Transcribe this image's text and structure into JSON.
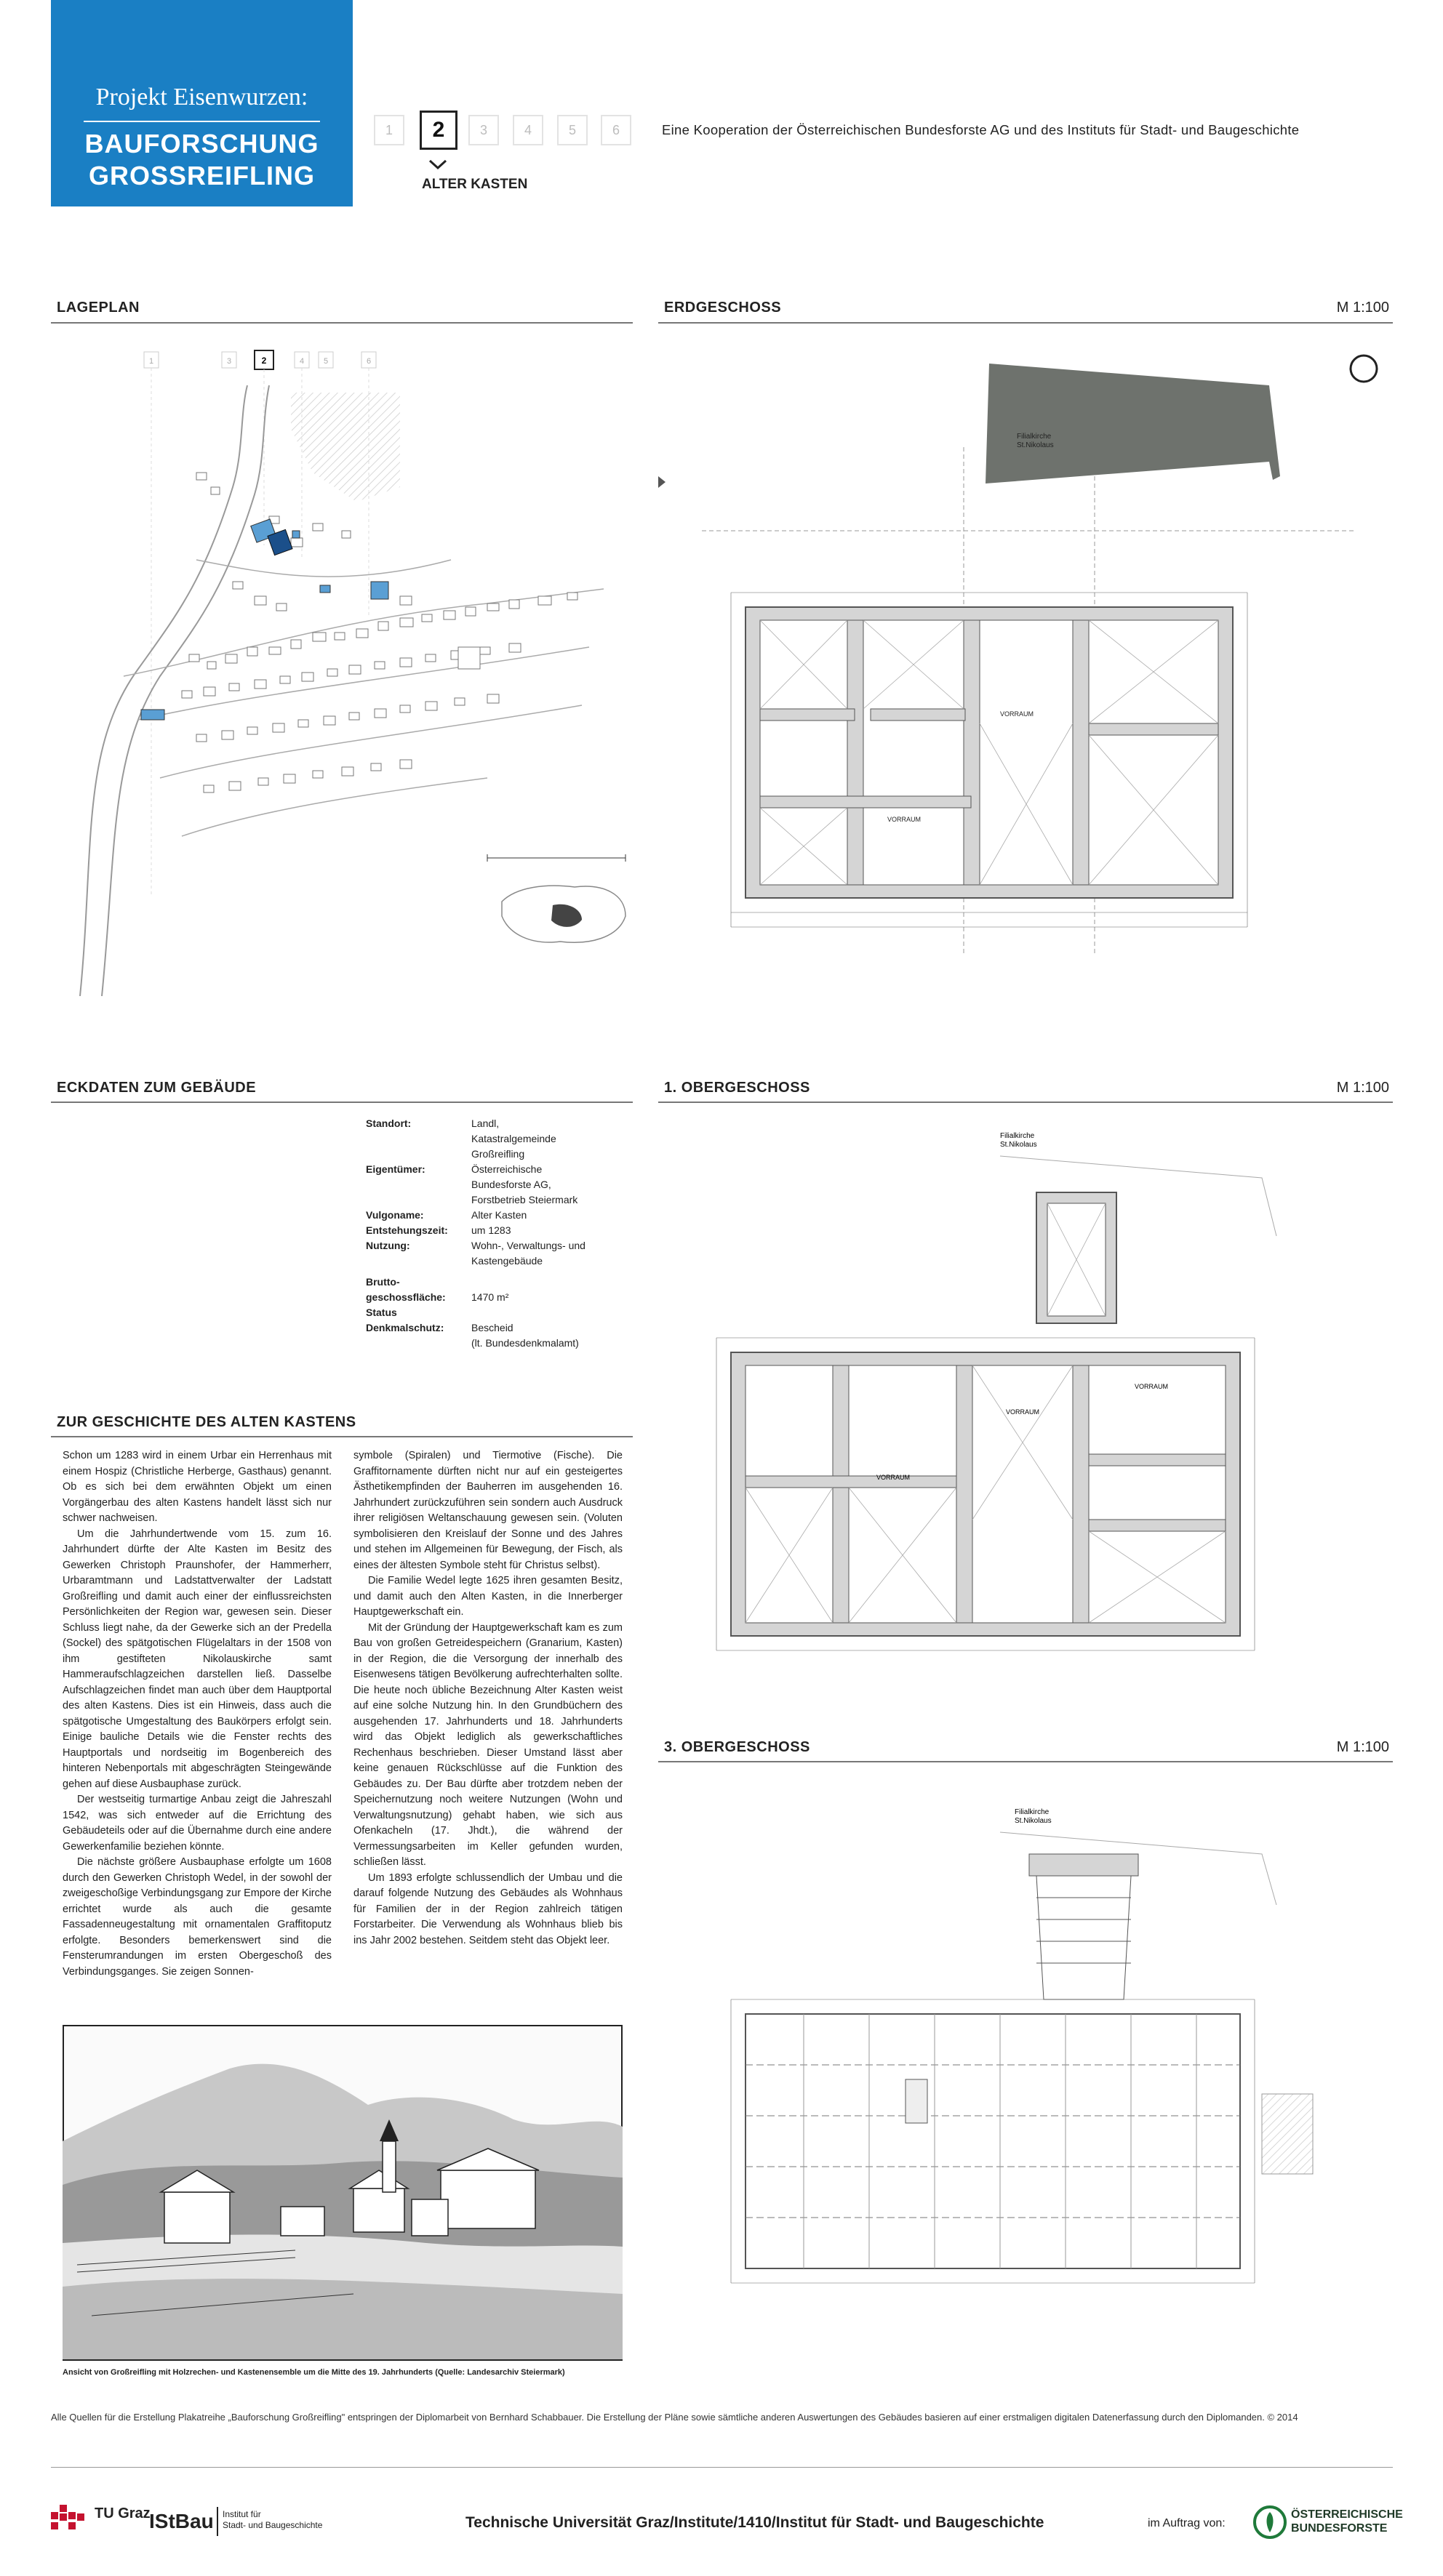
{
  "header": {
    "project_line": "Projekt Eisenwurzen:",
    "title_line1": "BAUFORSCHUNG",
    "title_line2": "GROSSREIFLING"
  },
  "pagination": {
    "pages": [
      "1",
      "2",
      "3",
      "4",
      "5",
      "6"
    ],
    "active_index": 1,
    "active_label": "ALTER KASTEN"
  },
  "cooperation": "Eine Kooperation der Österreichischen Bundesforste AG und des Instituts für Stadt- und Baugeschichte",
  "sections": {
    "lageplan": "LAGEPLAN",
    "erdgeschoss": "ERDGESCHOSS",
    "og1": "1. OBERGESCHOSS",
    "og3": "3. OBERGESCHOSS",
    "eckdaten": "ECKDATEN ZUM GEBÄUDE",
    "geschichte": "ZUR GESCHICHTE DES ALTEN KASTENS",
    "scale": "M 1:100"
  },
  "plan_labels": {
    "filialkirche": "Filialkirche",
    "st_nikolaus": "St.Nikolaus",
    "vorraum": "VORRAUM"
  },
  "lageplan_pages": [
    "1",
    "3",
    "2",
    "4",
    "5",
    "6"
  ],
  "facts": [
    {
      "k": "Standort:",
      "v": [
        "Landl,",
        "Katastralgemeinde",
        "Großreifling"
      ]
    },
    {
      "k": "Eigentümer:",
      "v": [
        "Österreichische",
        "Bundesforste AG,",
        "Forstbetrieb Steiermark"
      ]
    },
    {
      "k": "Vulgoname:",
      "v": [
        "Alter Kasten"
      ]
    },
    {
      "k": "Entstehungszeit:",
      "v": [
        "um 1283"
      ]
    },
    {
      "k": "Nutzung:",
      "v": [
        "Wohn-, Verwaltungs- und",
        "Kastengebäude"
      ]
    },
    {
      "k": "Brutto-",
      "v": [
        ""
      ]
    },
    {
      "k": "geschossfläche:",
      "v": [
        "1470 m²"
      ]
    },
    {
      "k": "Status",
      "v": [
        ""
      ]
    },
    {
      "k": "Denkmalschutz:",
      "v": [
        "Bescheid",
        "(lt. Bundesdenkmalamt)"
      ]
    }
  ],
  "history_col1": [
    "Schon um 1283 wird in einem Urbar ein Herrenhaus mit einem Hospiz (Christliche Herberge, Gasthaus) genannt. Ob es sich bei dem erwähnten Objekt um einen Vorgängerbau des alten Kastens handelt lässt sich nur schwer nachweisen.",
    "Um die Jahrhundertwende vom 15. zum 16. Jahrhundert dürfte der Alte Kasten im Besitz des Gewerken Christoph Praunshofer, der Hammerherr, Urbaramtmann und Ladstattverwalter der Ladstatt Großreifling und damit auch einer der einflussreichsten Persönlichkeiten der Region war, gewesen sein. Dieser Schluss liegt nahe, da der Gewerke sich an der Predella (Sockel) des spätgotischen Flügelaltars in der 1508 von ihm gestifteten Nikolauskirche samt Hammeraufschlagzeichen darstellen ließ. Dasselbe Aufschlagzeichen findet man auch über dem Hauptportal des alten Kastens. Dies ist ein Hinweis, dass auch die spätgotische Umgestaltung des Baukörpers erfolgt sein. Einige bauliche Details wie die Fenster rechts des Hauptportals und nordseitig im Bogenbereich des hinteren Nebenportals mit abgeschrägten Steingewände gehen auf diese Ausbauphase zurück.",
    "Der westseitig turmartige Anbau zeigt die Jahreszahl 1542, was sich entweder auf die Errichtung des Gebäudeteils oder auf die Übernahme durch eine andere Gewerkenfamilie beziehen könnte.",
    "Die nächste größere Ausbauphase erfolgte um 1608 durch den Gewerken Christoph Wedel, in der sowohl der zweigeschoßige Verbindungsgang zur Empore der Kirche errichtet wurde als auch die gesamte Fassadenneugestaltung mit ornamentalen Graffitoputz erfolgte. Besonders bemerkenswert sind die Fensterumrandungen im ersten Obergeschoß des Verbindungsganges. Sie zeigen Sonnen-"
  ],
  "history_col2": [
    "symbole (Spiralen) und Tiermotive (Fische). Die Graffitornamente dürften nicht nur auf ein gesteigertes Ästhetikempfinden der Bauherren im ausgehenden 16. Jahrhundert zurückzuführen sein sondern auch Ausdruck ihrer religiösen Weltanschauung gewesen sein. (Voluten symbolisieren den Kreislauf der Sonne und des Jahres und stehen im Allgemeinen für Bewegung, der Fisch, als eines der ältesten Symbole steht für Christus selbst).",
    "Die Familie Wedel legte 1625 ihren gesamten Besitz, und damit auch den Alten Kasten, in die Innerberger Hauptgewerkschaft ein.",
    "Mit der Gründung der Hauptgewerkschaft kam es zum Bau von großen Getreidespeichern (Granarium, Kasten) in der Region, die die Versorgung der innerhalb des Eisenwesens tätigen Bevölkerung aufrechterhalten sollte. Die heute noch übliche Bezeichnung Alter Kasten weist auf eine solche Nutzung hin. In den Grundbüchern des ausgehenden 17. Jahrhunderts und 18. Jahrhunderts wird das Objekt lediglich als gewerkschaftliches Rechenhaus beschrieben. Dieser Umstand lässt aber keine genauen Rückschlüsse auf die Funktion des Gebäudes zu. Der Bau dürfte aber trotzdem neben der Speichernutzung noch weitere Nutzungen (Wohn und Verwaltungsnutzung) gehabt haben, wie sich aus Ofenkacheln (17. Jhdt.), die während der Vermessungsarbeiten im Keller gefunden wurden, schließen lässt.",
    "Um 1893 erfolgte schlussendlich der Umbau und die darauf folgende Nutzung des Gebäudes als Wohnhaus für Familien der in der Region zahlreich tätigen Forstarbeiter. Die Verwendung als Wohnhaus blieb bis ins Jahr 2002 bestehen. Seitdem steht das Objekt leer."
  ],
  "engraving_caption": "Ansicht von Großreifling mit Holzrechen- und Kastenensemble um die Mitte des 19. Jahrhunderts (Quelle: Landesarchiv Steiermark)",
  "footer": {
    "sources": "Alle Quellen für die Erstellung Plakatreihe „Bauforschung Großreifling\" entspringen der Diplomarbeit von Bernhard Schabbauer. Die Erstellung der Pläne sowie sämtliche anderen Auswertungen des Gebäudes basieren auf einer erstmaligen digitalen Datenerfassung durch den Diplomanden. © 2014",
    "tugraz_logo_text": "TU Graz",
    "istbau": "IStBau",
    "istbau_sub1": "Institut für",
    "istbau_sub2": "Stadt- und Baugeschichte",
    "center": "Technische Universität Graz/Institute/1410/Institut für Stadt- und Baugeschichte",
    "auftrag": "im Auftrag von:",
    "obf1": "ÖSTERREICHISCHE",
    "obf2": "BUNDESFORSTE"
  },
  "colors": {
    "brand_blue": "#1a7fc4",
    "plan_blue": "#5a9fd4",
    "plan_dark_blue": "#1b4f8a",
    "church_gray": "#6e726d",
    "wall_gray": "#bdbdbd",
    "obf_green": "#1f7a3a",
    "tu_red": "#c4122f"
  }
}
